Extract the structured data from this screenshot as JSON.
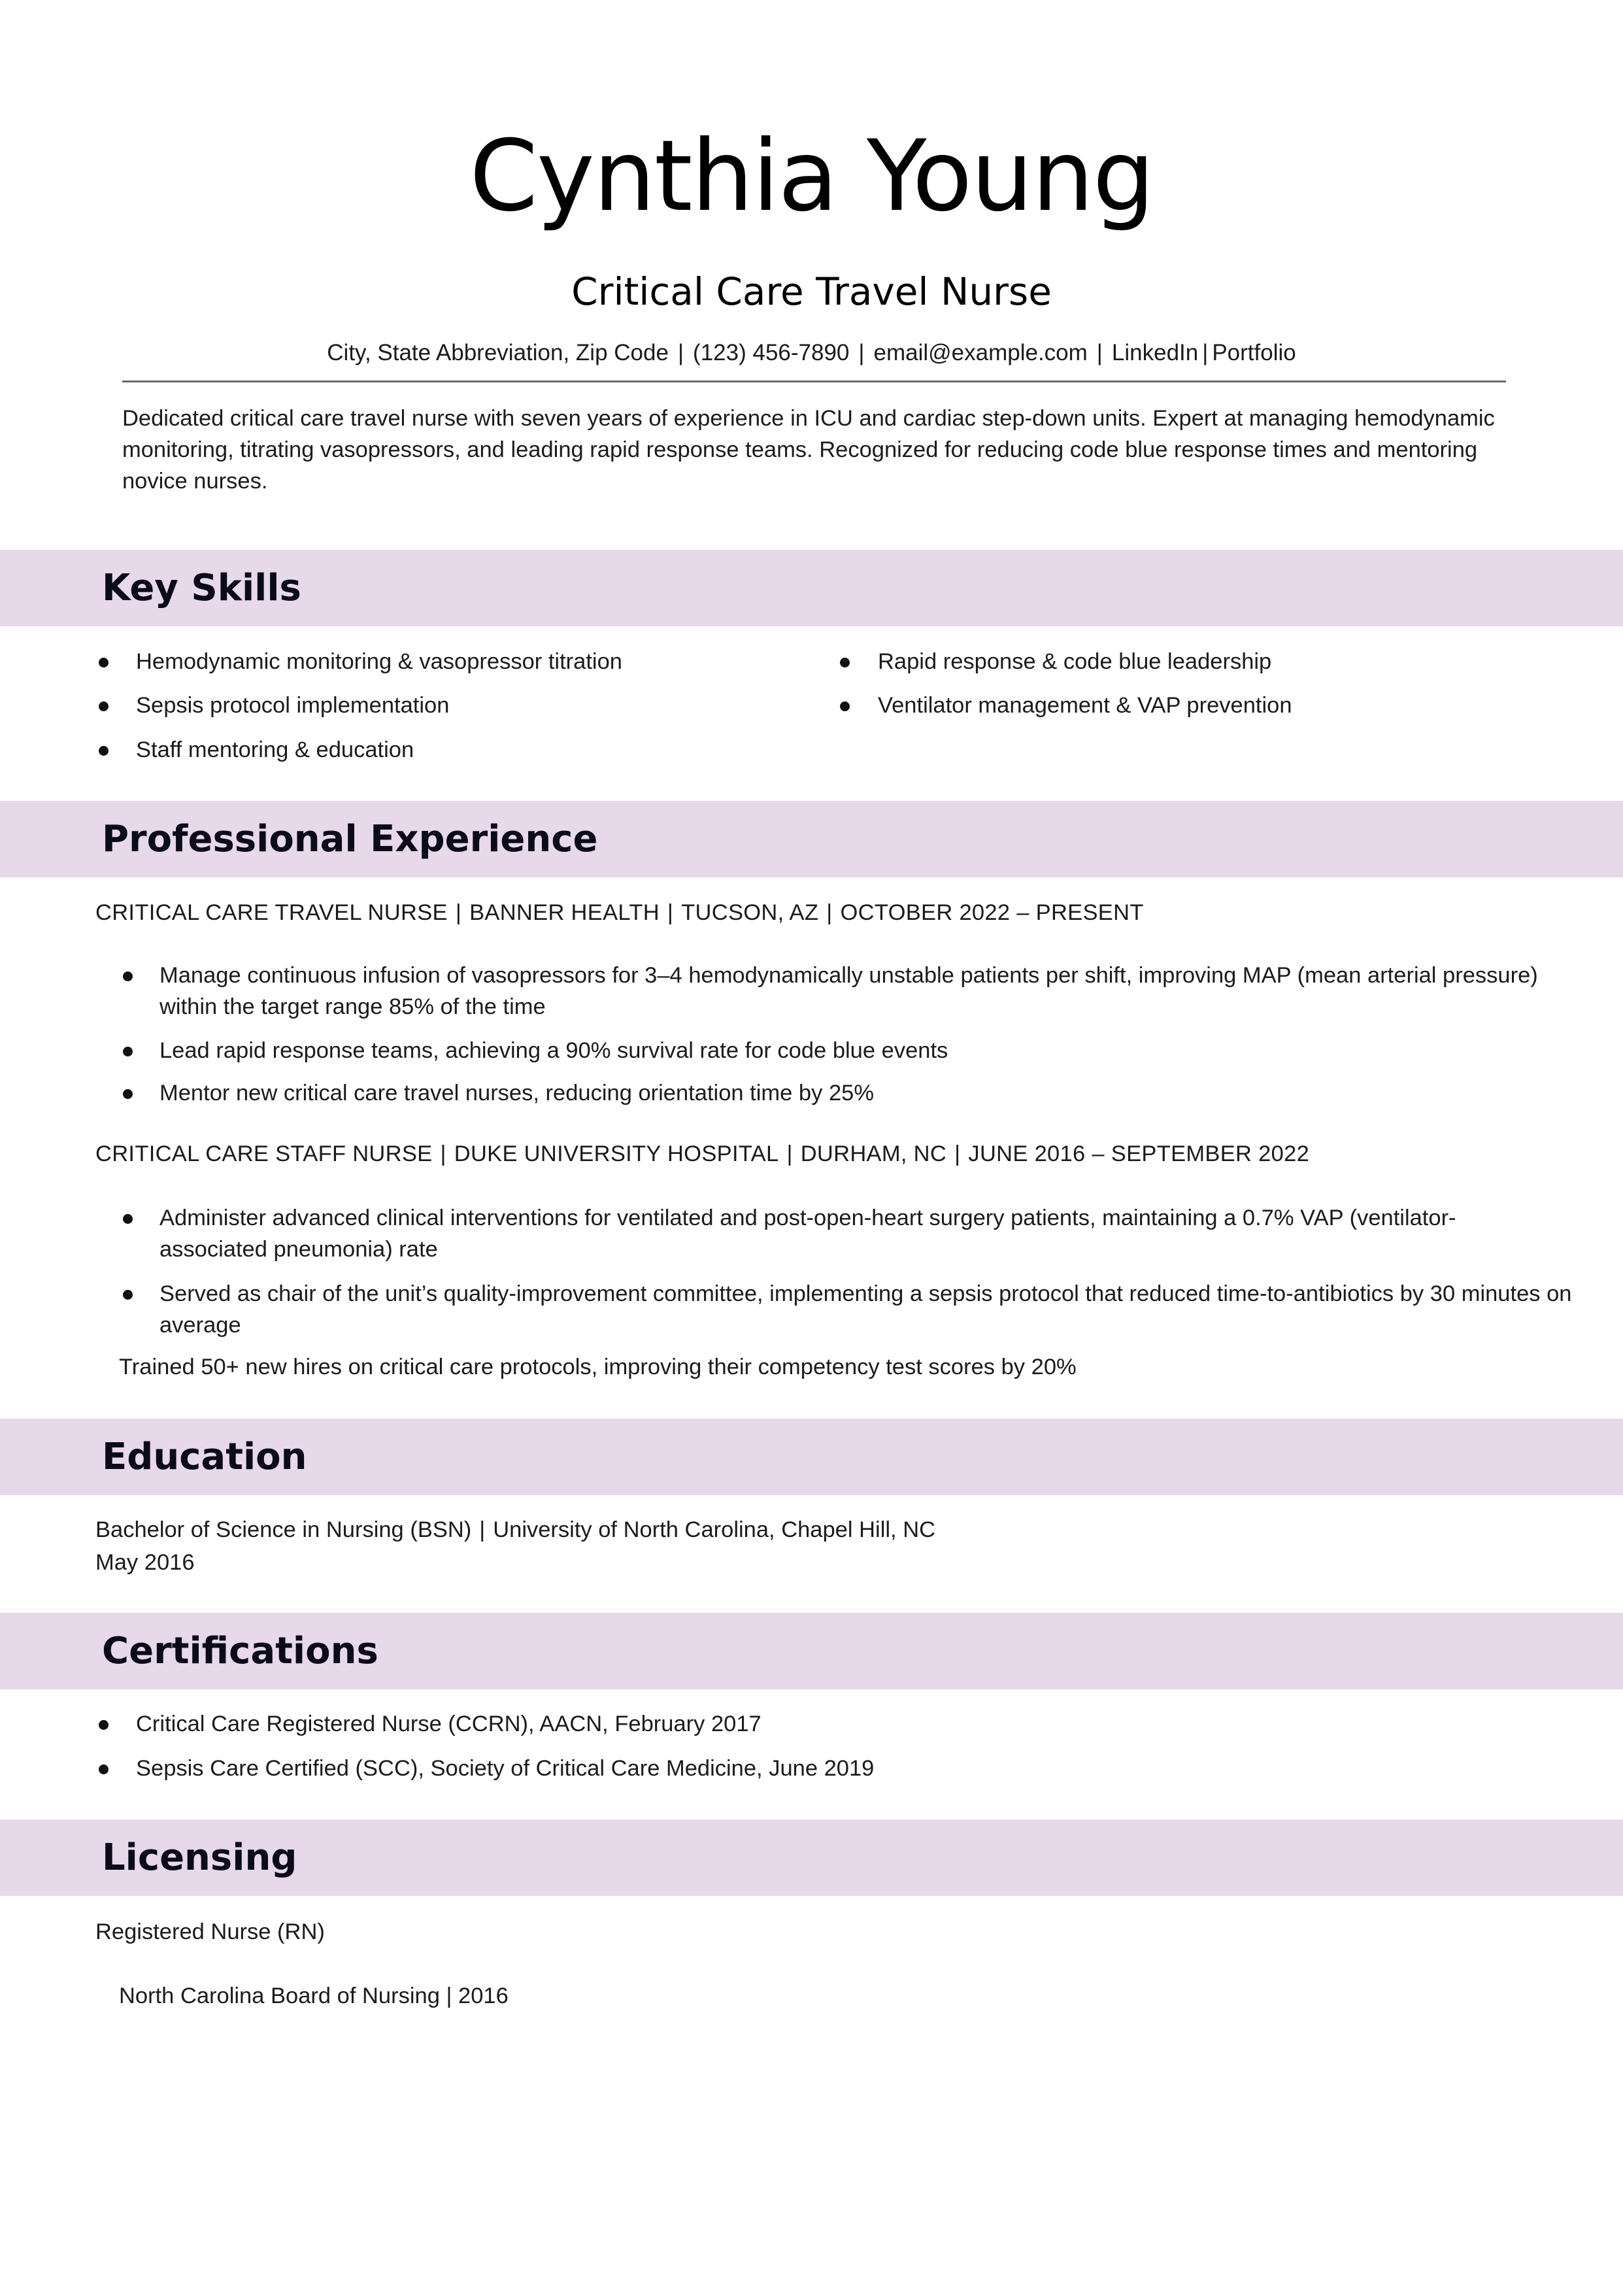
{
  "header": {
    "name": "Cynthia Young",
    "title": "Critical Care Travel Nurse",
    "contact": {
      "location": "City, State Abbreviation, Zip Code",
      "phone": "(123) 456-7890",
      "email": "email@example.com",
      "linkedin": "LinkedIn",
      "portfolio": "Portfolio"
    }
  },
  "summary": "Dedicated critical care travel nurse with seven years of experience in ICU and cardiac step-down units. Expert at managing hemodynamic monitoring, titrating vasopressors, and leading rapid response teams. Recognized for reducing code blue response times and mentoring novice nurses.",
  "skills": {
    "heading": "Key Skills",
    "left": [
      "Hemodynamic monitoring & vasopressor titration",
      "Sepsis protocol implementation",
      "Staff mentoring & education"
    ],
    "right": [
      "Rapid response & code blue leadership",
      "Ventilator management & VAP prevention"
    ]
  },
  "experience": {
    "heading": "Professional Experience",
    "jobs": [
      {
        "title": "CRITICAL CARE TRAVEL NURSE",
        "employer": "BANNER HEALTH",
        "location": "TUCSON, AZ",
        "dates": "OCTOBER 2022 – PRESENT",
        "bullets": [
          "Manage continuous infusion of vasopressors for 3–4 hemodynamically unstable patients per shift, improving MAP (mean arterial pressure) within the target range 85% of the time",
          "Lead rapid response teams, achieving a 90% survival rate for code blue events",
          "Mentor new critical care travel nurses, reducing orientation time by 25%"
        ]
      },
      {
        "title": "CRITICAL CARE STAFF NURSE",
        "employer": "DUKE UNIVERSITY HOSPITAL",
        "location": "DURHAM, NC",
        "dates": "JUNE 2016 – SEPTEMBER 2022",
        "bullets": [
          "Administer advanced clinical interventions for ventilated and post-open-heart surgery patients, maintaining a 0.7% VAP (ventilator-associated pneumonia) rate",
          "Served as chair of the unit’s quality-improvement committee, implementing a sepsis protocol that reduced time-to-antibiotics by 30 minutes on average"
        ],
        "extra_line": "Trained 50+ new hires on critical care protocols, improving their competency test scores by 20%"
      }
    ]
  },
  "education": {
    "heading": "Education",
    "degree": "Bachelor of Science in Nursing (BSN)",
    "school": "University of North Carolina, Chapel Hill, NC",
    "date": "May 2016"
  },
  "certifications": {
    "heading": "Certifications",
    "items": [
      "Critical Care Registered Nurse (CCRN), AACN, February 2017",
      "Sepsis Care Certified (SCC), Society of Critical Care Medicine, June 2019"
    ]
  },
  "licensing": {
    "heading": "Licensing",
    "license": "Registered Nurse (RN)",
    "board": "North Carolina Board of Nursing | 2016"
  },
  "colors": {
    "section_band": "#e7d8ea",
    "text": "#1b1b1b",
    "rule": "#6b6b6b"
  }
}
